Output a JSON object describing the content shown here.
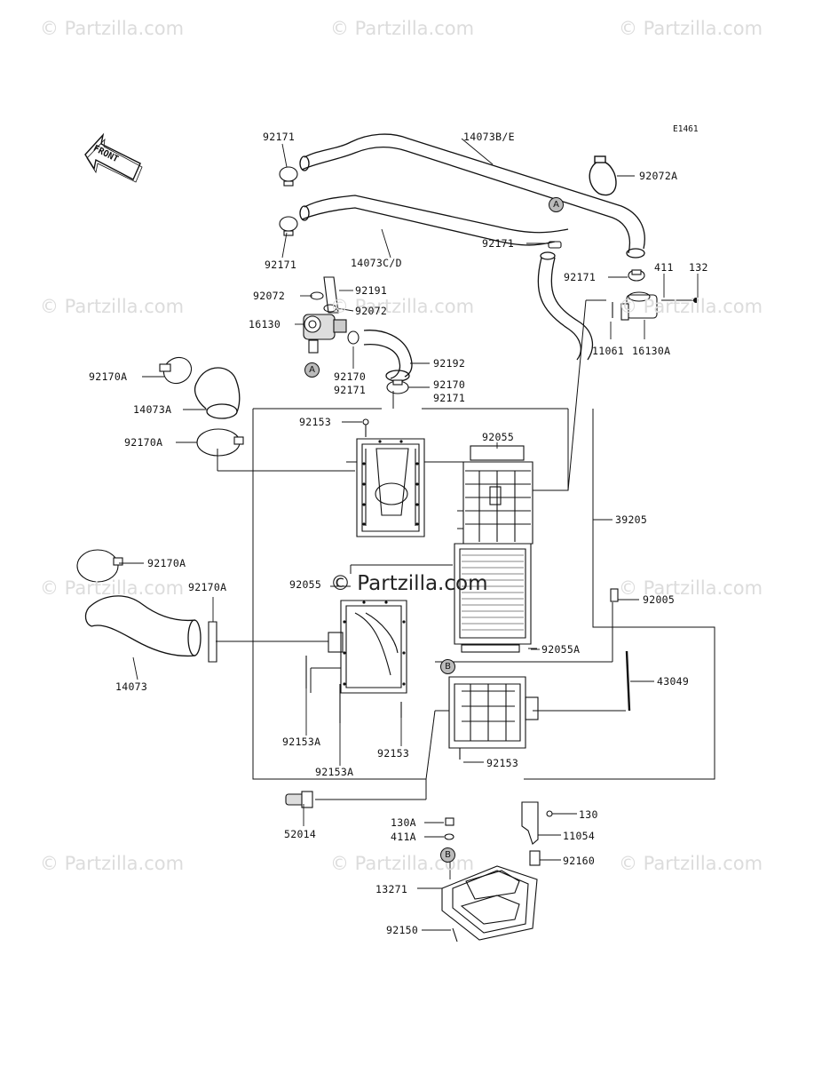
{
  "diagram_code": "E1461",
  "front_label": "FRONT",
  "watermark": "© Partzilla.com",
  "watermark_center": "© Partzilla.com",
  "callouts": {
    "A": "A",
    "B": "B"
  },
  "parts": {
    "p92171_top": "92171",
    "p14073BE": "14073B/E",
    "p92072A": "92072A",
    "p92171_mid": "92171",
    "p14073CD": "14073C/D",
    "p92171_a": "92171",
    "p92171_b": "92171",
    "p411_top": "411",
    "p132": "132",
    "p92072_l": "92072",
    "p92191": "92191",
    "p92072_r": "92072",
    "p16130": "16130",
    "p11061": "11061",
    "p16130A": "16130A",
    "p92170_a": "92170",
    "p92171_c": "92171",
    "p92192": "92192",
    "p92170_b": "92170",
    "p92171_d": "92171",
    "p92170A_1": "92170A",
    "p14073A": "14073A",
    "p92170A_2": "92170A",
    "p92153_top": "92153",
    "p92055_top": "92055",
    "p39205": "39205",
    "p92170A_3": "92170A",
    "p92170A_4": "92170A",
    "p92055_mid": "92055",
    "p92005": "92005",
    "p14073": "14073",
    "p92055A": "92055A",
    "p43049": "43049",
    "p92153A_1": "92153A",
    "p92153_a": "92153",
    "p92153A_2": "92153A",
    "p92153_b": "92153",
    "p52014": "52014",
    "p130A": "130A",
    "p130": "130",
    "p411A": "411A",
    "p11054": "11054",
    "p92160": "92160",
    "p13271": "13271",
    "p92150": "92150"
  }
}
